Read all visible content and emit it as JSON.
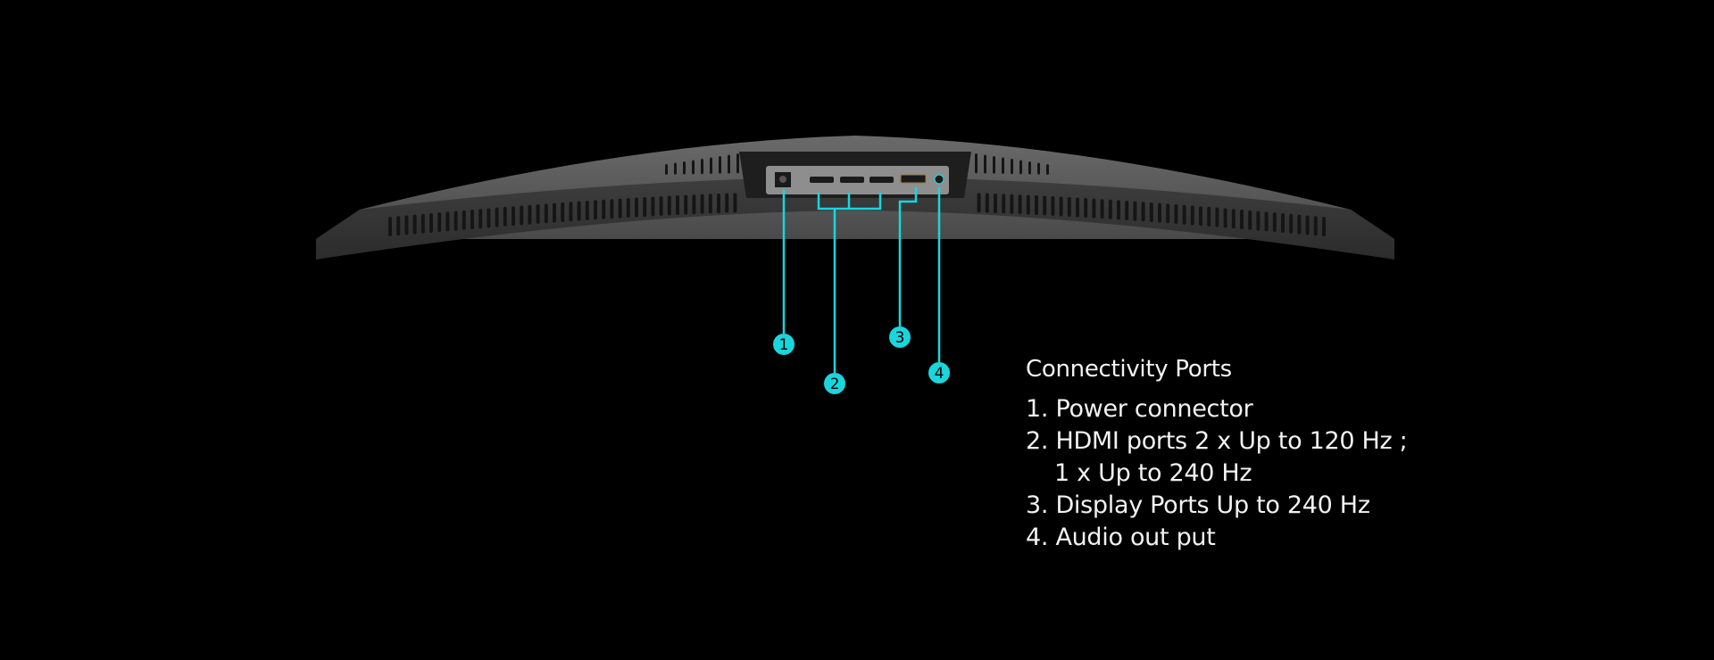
{
  "colors": {
    "callout": "#19d6dc",
    "body_top": "#5a5a5a",
    "body_front": "#3a3a3a",
    "port_panel": "#8e8e8e"
  },
  "callouts": [
    "1",
    "2",
    "3",
    "4"
  ],
  "legend": {
    "title": "Connectivity Ports",
    "items": [
      "1. Power connector",
      "2. HDMI ports 2 x Up to 120 Hz ;",
      "1 x Up to 240 Hz",
      "3. Display Ports Up to 240 Hz",
      "4. Audio out put"
    ]
  }
}
